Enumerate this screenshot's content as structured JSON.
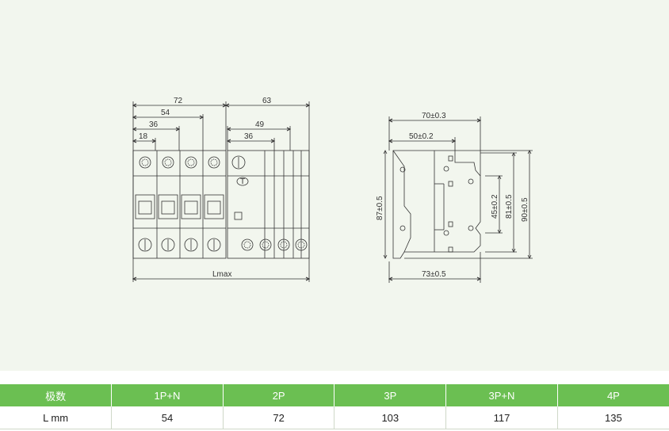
{
  "drawing": {
    "front_dims": {
      "d72": "72",
      "d63": "63",
      "d54": "54",
      "d49": "49",
      "d36a": "36",
      "d36b": "36",
      "d18": "18",
      "lmax": "Lmax"
    },
    "side_dims": {
      "width_top": "70±0.3",
      "width_mid": "50±0.2",
      "width_bottom": "73±0.5",
      "height_left": "87±0.5",
      "height_45": "45±0.2",
      "height_81": "81±0.5",
      "height_90": "90±0.5"
    }
  },
  "table": {
    "headers": [
      "极数",
      "1P+N",
      "2P",
      "3P",
      "3P+N",
      "4P"
    ],
    "rows": [
      [
        "L mm",
        "54",
        "72",
        "103",
        "117",
        "135"
      ]
    ]
  },
  "colors": {
    "header_green": "#6bbf52",
    "panel_bg": "#f2f6ee",
    "line": "#333333"
  }
}
